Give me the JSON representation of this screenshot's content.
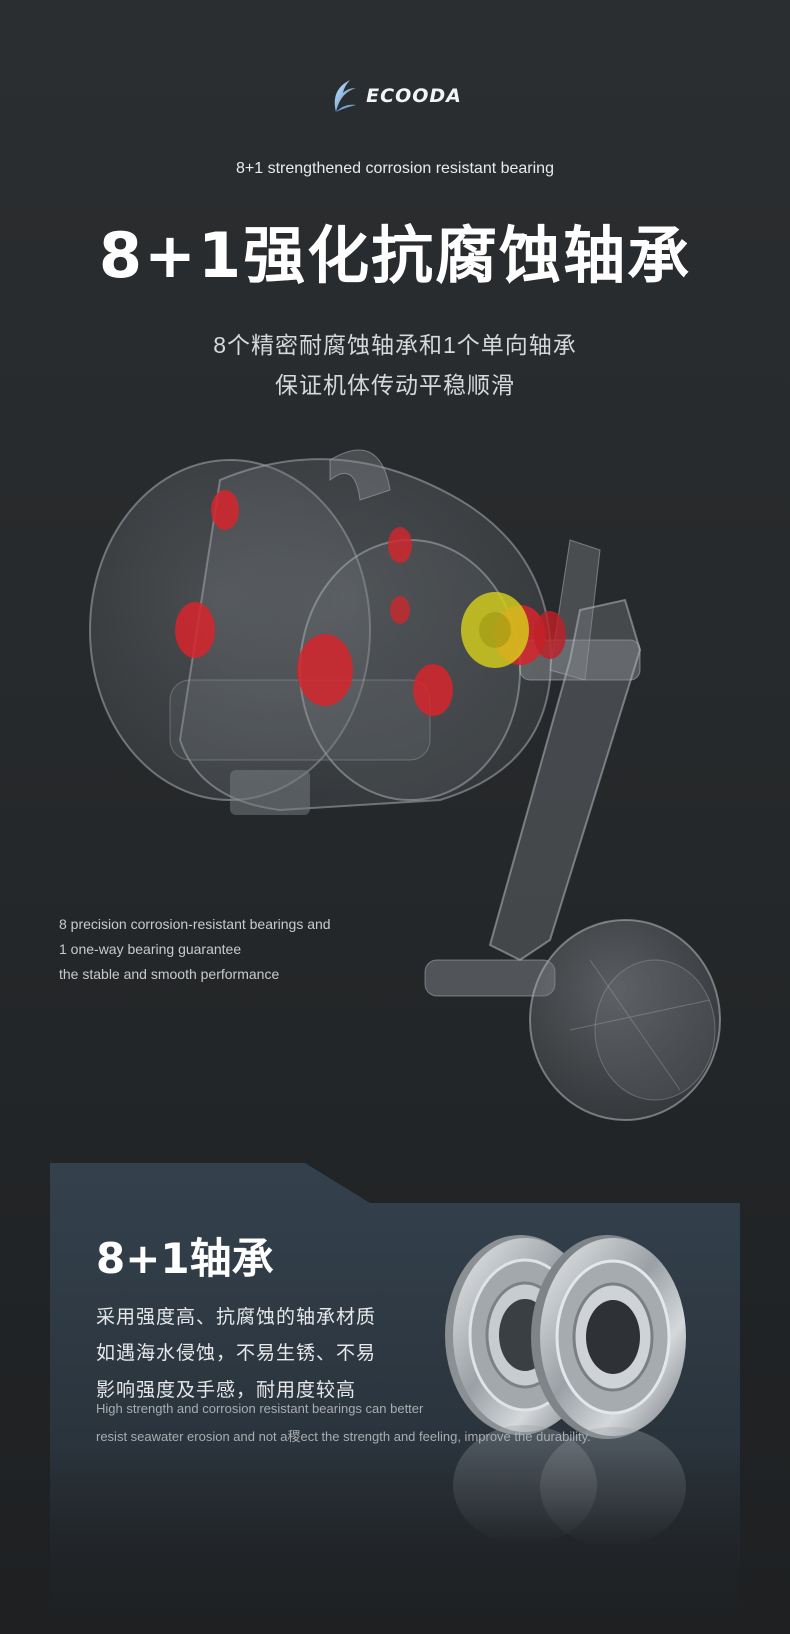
{
  "brand": {
    "logo_text": "ECOODA",
    "logo_icon": "ecooda-wave-logo"
  },
  "header": {
    "subtitle_en": "8+1 strengthened corrosion resistant bearing",
    "title_cn": "8+1强化抗腐蚀轴承",
    "desc_cn": [
      "8个精密耐腐蚀轴承和1个单向轴承",
      "保证机体传动平稳顺滑"
    ]
  },
  "reel": {
    "illustration": "transparent-baitcasting-reel-cutaway",
    "bearing_highlight_color": "#d6242c",
    "oneway_bearing_color": "#d8d21a",
    "note_en": [
      "8 precision corrosion-resistant bearings and",
      "1 one-way bearing guarantee",
      "the stable and smooth performance"
    ]
  },
  "panel": {
    "title": "8+1轴承",
    "lines_cn": [
      "采用强度高、抗腐蚀的轴承材质",
      "如遇海水侵蚀，不易生锈、不易",
      "影响强度及手感，耐用度较高"
    ],
    "lines_en": [
      "High strength and corrosion resistant bearings can better",
      "resist seawater erosion and not a稷ect the strength and feeling, improve the durability."
    ],
    "image": "two-steel-ball-bearings"
  }
}
